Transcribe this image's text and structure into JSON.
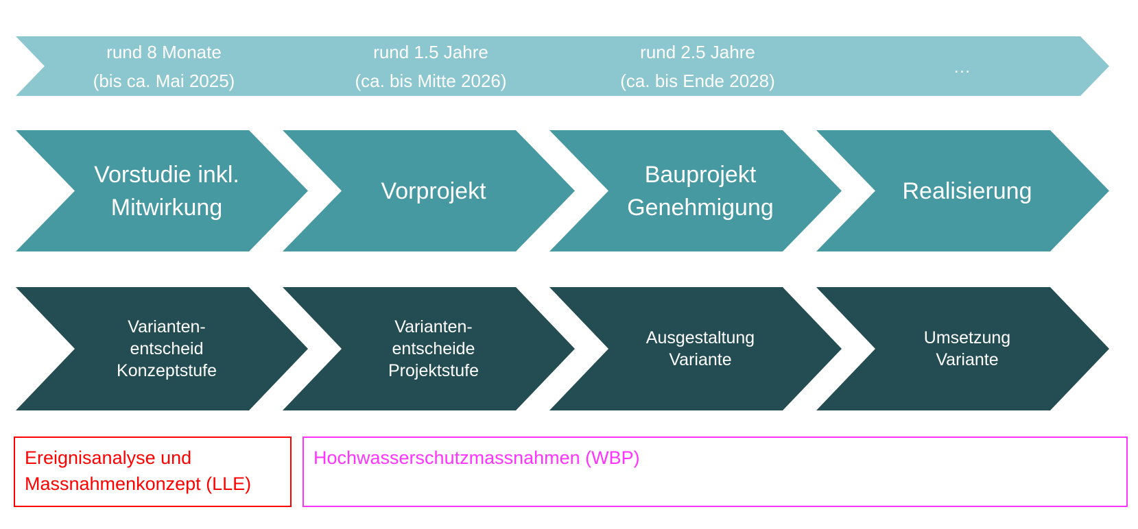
{
  "colors": {
    "time_row": "#8cc6ce",
    "phase_row": "#4799a1",
    "decision_row": "#234d52",
    "lle_border": "#ff0000",
    "wbp_border": "#ff33ff"
  },
  "timeline": [
    {
      "line1": "rund 8 Monate",
      "line2": "(bis ca. Mai 2025)"
    },
    {
      "line1": "rund 1.5 Jahre",
      "line2": "(ca. bis Mitte 2026)"
    },
    {
      "line1": "rund 2.5 Jahre",
      "line2": "(ca. bis Ende 2028)"
    },
    {
      "line1": "…",
      "line2": ""
    }
  ],
  "phases": [
    {
      "line1": "Vorstudie inkl.",
      "line2": "Mitwirkung"
    },
    {
      "line1": "Vorprojekt",
      "line2": ""
    },
    {
      "line1": "Bauprojekt",
      "line2": "Genehmigung"
    },
    {
      "line1": "Realisierung",
      "line2": ""
    }
  ],
  "decisions": [
    {
      "line1": "Varianten-",
      "line2": "entscheid",
      "line3": "Konzeptstufe"
    },
    {
      "line1": "Varianten-",
      "line2": "entscheide",
      "line3": "Projektstufe"
    },
    {
      "line1": "Ausgestaltung",
      "line2": "Variante",
      "line3": ""
    },
    {
      "line1": "Umsetzung",
      "line2": "Variante",
      "line3": ""
    }
  ],
  "responsibilities": {
    "lle": {
      "line1": "Ereignisanalyse und",
      "line2": "Massnahmenkonzept (LLE)"
    },
    "wbp": {
      "line1": "Hochwasserschutzmassnahmen (WBP)"
    }
  }
}
